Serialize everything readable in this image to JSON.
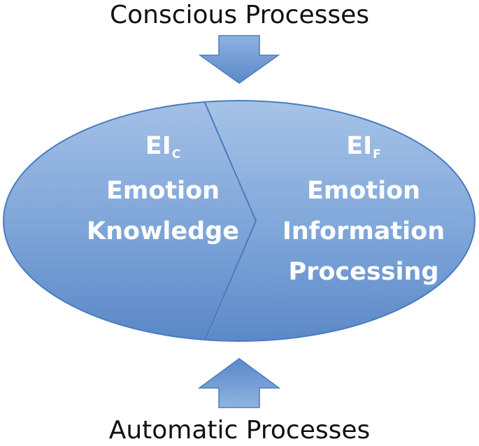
{
  "diagram": {
    "top_caption": "Conscious Processes",
    "bottom_caption": "Automatic Processes",
    "left_node": {
      "abbr_main": "EI",
      "abbr_sub": "C",
      "line2": "Emotion",
      "line3": "Knowledge"
    },
    "right_node": {
      "abbr_main": "EI",
      "abbr_sub": "F",
      "line2": "Emotion",
      "line3": "Information",
      "line4": "Processing"
    },
    "colors": {
      "fill_light": "#a8c4e6",
      "fill_mid": "#6f9ad3",
      "fill_dark": "#4f80c4",
      "stroke": "#4a7bbf",
      "text": "#ffffff",
      "caption_text": "#111111"
    }
  }
}
